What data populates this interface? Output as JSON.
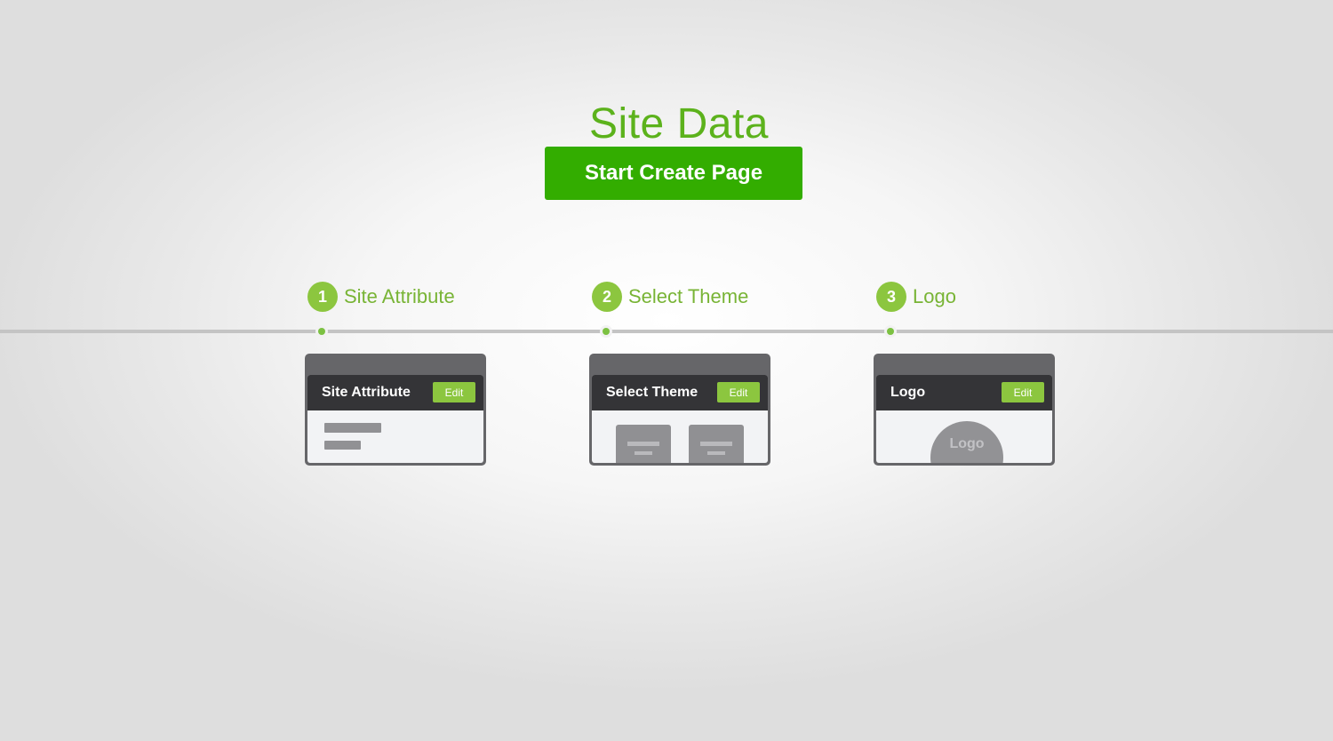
{
  "page": {
    "title": "Site Data",
    "start_button_label": "Start Create Page"
  },
  "steps": [
    {
      "number": "1",
      "label": "Site Attribute"
    },
    {
      "number": "2",
      "label": "Select Theme"
    },
    {
      "number": "3",
      "label": "Logo"
    }
  ],
  "cards": [
    {
      "title": "Site Attribute",
      "edit_label": "Edit"
    },
    {
      "title": "Select Theme",
      "edit_label": "Edit"
    },
    {
      "title": "Logo",
      "edit_label": "Edit",
      "placeholder_text": "Logo"
    }
  ],
  "colors": {
    "accent_green": "#5cb21c",
    "button_green": "#33ad00",
    "step_badge_green": "#8cc63f",
    "card_header_dark": "#343437",
    "card_frame_gray": "#666669"
  }
}
